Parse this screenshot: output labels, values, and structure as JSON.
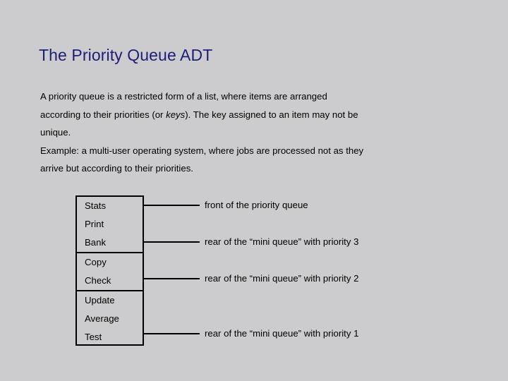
{
  "slide": {
    "title": "The Priority Queue ADT",
    "background_color": "#ccccce",
    "title_color": "#1e1e78",
    "text_color": "#000000",
    "line_color": "#000000"
  },
  "body": {
    "line1": "A priority queue is a restricted form of a list, where items are arranged",
    "line2_before_italic": "according to their priorities (or ",
    "line2_italic": "keys",
    "line2_after_italic": "). The key assigned to an item may not be",
    "line3": "unique.",
    "line4": "Example: a multi-user operating system, where jobs are processed not as they",
    "line5": "arrive but according to their priorities."
  },
  "diagram": {
    "groups": [
      {
        "priority": 3,
        "items": [
          "Stats",
          "Print",
          "Bank"
        ]
      },
      {
        "priority": 2,
        "items": [
          "Copy",
          "Check"
        ]
      },
      {
        "priority": 1,
        "items": [
          "Update",
          "Average",
          "Test"
        ]
      }
    ],
    "annotations": [
      "front of the priority queue",
      "rear of the “mini queue” with priority 3",
      "rear of the “mini queue” with priority 2",
      "rear of the “mini queue” with priority 1"
    ]
  }
}
